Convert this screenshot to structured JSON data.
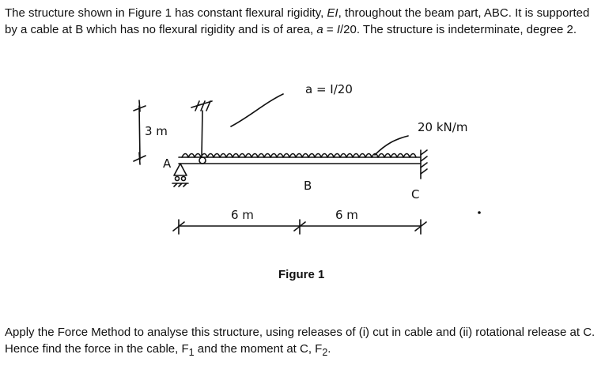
{
  "problem": {
    "intro": [
      {
        "text": "The structure shown in Figure 1 has constant flexural rigidity, "
      },
      {
        "text": "EI",
        "italic": true
      },
      {
        "text": ", throughout the beam part, ABC. It is supported by a cable at B which has no flexural rigidity and is of area, "
      },
      {
        "text": "a",
        "italic": true
      },
      {
        "text": " = "
      },
      {
        "text": "I",
        "italic": true
      },
      {
        "text": "/20. The structure is indeterminate, degree 2."
      }
    ],
    "question": [
      {
        "text": "Apply the Force Method to analyse this structure, using releases of (i) cut in cable and (ii) rotational release at C. Hence find the force in the cable, F"
      },
      {
        "text": "1",
        "sub": true
      },
      {
        "text": " and the moment at C, F"
      },
      {
        "text": "2",
        "sub": true
      },
      {
        "text": "."
      }
    ]
  },
  "figure": {
    "caption": "Figure 1",
    "labels": {
      "height_dim": "3 m",
      "point_a": "A",
      "point_b": "B",
      "point_c": "C",
      "span_ab": "6 m",
      "span_bc": "6 m",
      "cable_area": "a = I/20",
      "load": "20 kN/m"
    }
  }
}
